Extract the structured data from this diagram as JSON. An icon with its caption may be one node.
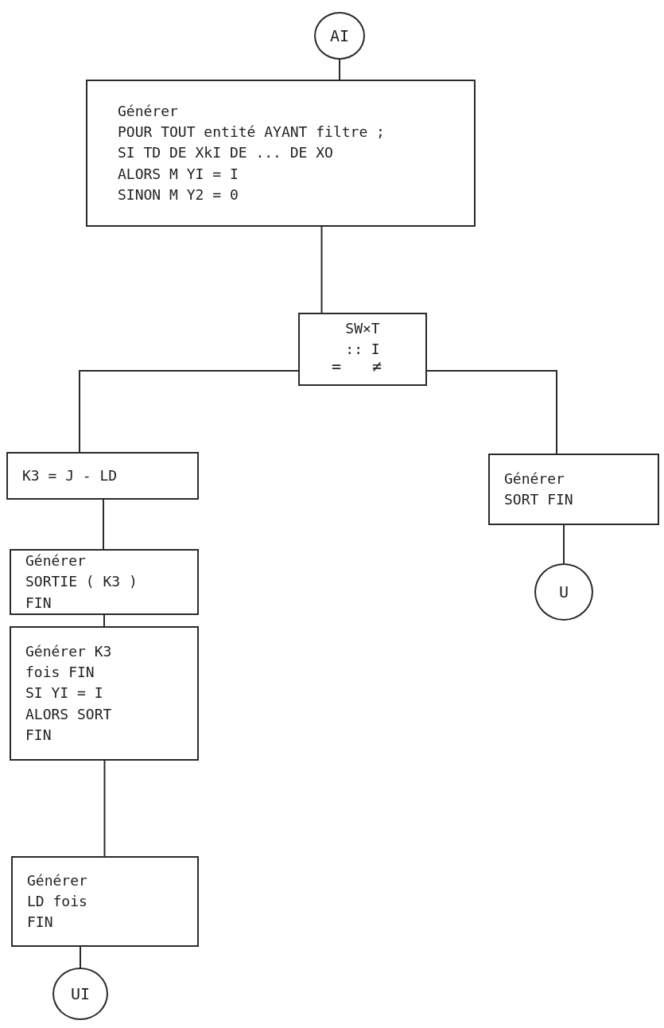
{
  "diagram": {
    "nodes": [
      {
        "text": [
          "AI"
        ]
      },
      {
        "text": [
          "Générer",
          "POUR TOUT entité AYANT filtre ;",
          "SI TD DE XkI DE ... DE XO",
          "ALORS M YI = I",
          "SINON M Y2 = 0"
        ]
      },
      {
        "text": [
          "SW×T",
          ":: I",
          "=",
          "≠"
        ]
      },
      {
        "text": [
          "K3 = J - LD"
        ]
      },
      {
        "text": [
          "Générer",
          "SORTIE ( K3 )",
          "FIN"
        ]
      },
      {
        "text": [
          "Générer K3",
          "fois FIN",
          "SI YI = I",
          "ALORS SORT",
          "FIN"
        ]
      },
      {
        "text": [
          "Générer",
          "LD fois",
          "FIN"
        ]
      },
      {
        "text": [
          "UI"
        ]
      },
      {
        "text": [
          "Générer",
          "SORT FIN"
        ]
      },
      {
        "text": [
          "U"
        ]
      }
    ],
    "edges": [
      {
        "from": 0,
        "to": 1,
        "arrow": "none"
      },
      {
        "from": 1,
        "to": 2,
        "arrow": "none"
      },
      {
        "from": 2,
        "to": 3,
        "arrow": "none"
      },
      {
        "from": 2,
        "to": 8,
        "arrow": "none"
      },
      {
        "from": 3,
        "to": 4,
        "arrow": "none"
      },
      {
        "from": 4,
        "to": 5,
        "arrow": "none"
      },
      {
        "from": 5,
        "to": 6,
        "arrow": "none"
      },
      {
        "from": 6,
        "to": 7,
        "arrow": "none"
      },
      {
        "from": 8,
        "to": 9,
        "arrow": "none"
      }
    ]
  }
}
